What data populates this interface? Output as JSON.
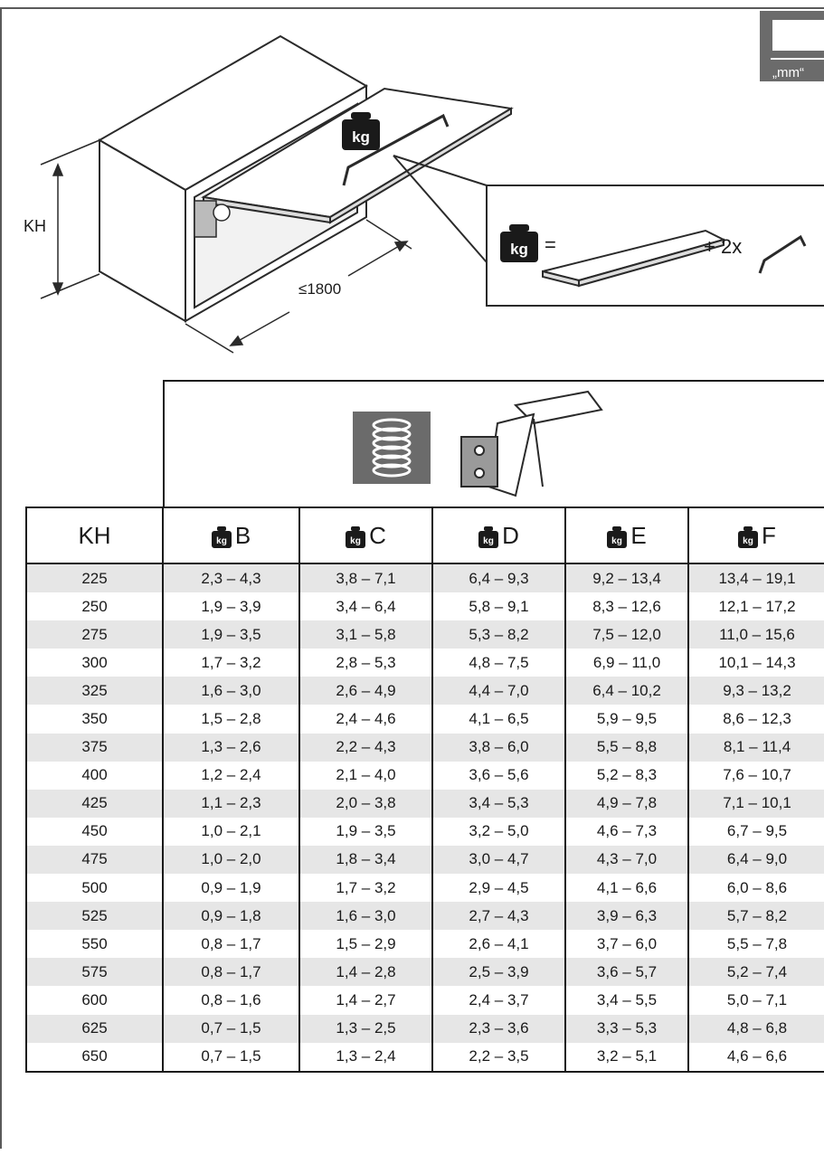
{
  "diagram": {
    "height_label": "KH",
    "width_label": "≤1800",
    "equation_equals": "=",
    "equation_plus": "+ 2x",
    "weight_icon_text": "kg",
    "unit_badge": "„mm“"
  },
  "table": {
    "headers": [
      "KH",
      "B",
      "C",
      "D",
      "E",
      "F"
    ],
    "rows": [
      [
        "225",
        "2,3 – 4,3",
        "3,8 – 7,1",
        "6,4 – 9,3",
        "9,2 – 13,4",
        "13,4 – 19,1"
      ],
      [
        "250",
        "1,9 – 3,9",
        "3,4 – 6,4",
        "5,8 – 9,1",
        "8,3 – 12,6",
        "12,1 – 17,2"
      ],
      [
        "275",
        "1,9 – 3,5",
        "3,1 – 5,8",
        "5,3 – 8,2",
        "7,5 – 12,0",
        "11,0 – 15,6"
      ],
      [
        "300",
        "1,7 – 3,2",
        "2,8 – 5,3",
        "4,8 – 7,5",
        "6,9 – 11,0",
        "10,1 – 14,3"
      ],
      [
        "325",
        "1,6 – 3,0",
        "2,6 – 4,9",
        "4,4 – 7,0",
        "6,4 – 10,2",
        "9,3 – 13,2"
      ],
      [
        "350",
        "1,5 – 2,8",
        "2,4 – 4,6",
        "4,1 – 6,5",
        "5,9 – 9,5",
        "8,6 – 12,3"
      ],
      [
        "375",
        "1,3 – 2,6",
        "2,2 – 4,3",
        "3,8 – 6,0",
        "5,5 – 8,8",
        "8,1 – 11,4"
      ],
      [
        "400",
        "1,2 – 2,4",
        "2,1 – 4,0",
        "3,6 – 5,6",
        "5,2 – 8,3",
        "7,6 – 10,7"
      ],
      [
        "425",
        "1,1 – 2,3",
        "2,0 – 3,8",
        "3,4 – 5,3",
        "4,9 – 7,8",
        "7,1 – 10,1"
      ],
      [
        "450",
        "1,0 – 2,1",
        "1,9 – 3,5",
        "3,2 – 5,0",
        "4,6 – 7,3",
        "6,7 – 9,5"
      ],
      [
        "475",
        "1,0 – 2,0",
        "1,8 – 3,4",
        "3,0 – 4,7",
        "4,3 – 7,0",
        "6,4 – 9,0"
      ],
      [
        "500",
        "0,9 – 1,9",
        "1,7 – 3,2",
        "2,9 – 4,5",
        "4,1 – 6,6",
        "6,0 – 8,6"
      ],
      [
        "525",
        "0,9 – 1,8",
        "1,6 – 3,0",
        "2,7 – 4,3",
        "3,9 – 6,3",
        "5,7 – 8,2"
      ],
      [
        "550",
        "0,8 – 1,7",
        "1,5 – 2,9",
        "2,6 – 4,1",
        "3,7 – 6,0",
        "5,5 – 7,8"
      ],
      [
        "575",
        "0,8 – 1,7",
        "1,4 – 2,8",
        "2,5 – 3,9",
        "3,6 – 5,7",
        "5,2 – 7,4"
      ],
      [
        "600",
        "0,8 – 1,6",
        "1,4 – 2,7",
        "2,4 – 3,7",
        "3,4 – 5,5",
        "5,0 – 7,1"
      ],
      [
        "625",
        "0,7 – 1,5",
        "1,3 – 2,5",
        "2,3 – 3,6",
        "3,3 – 5,3",
        "4,8 – 6,8"
      ],
      [
        "650",
        "0,7 – 1,5",
        "1,3 – 2,4",
        "2,2 – 3,5",
        "3,2 – 5,1",
        "4,6 – 6,6"
      ]
    ]
  }
}
